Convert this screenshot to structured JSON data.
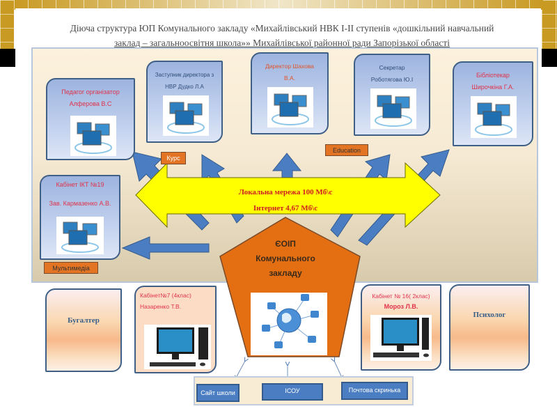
{
  "title": {
    "line1": "Діюча структура ЮП Комунального закладу  «Михайлівський НВК I-II ступенів «дошкільний навчальний",
    "line2": "заклад – загальноосвітня школа»» Михайлівської районної ради Запорізької області"
  },
  "top_cards": [
    {
      "line1": "Педагог організатор",
      "line2": "Алферова В.С",
      "icon": "networked-computers-icon"
    },
    {
      "line1": "Заступник директора з",
      "line2": "НВР Дудко Л.А",
      "icon": "networked-computers-icon"
    },
    {
      "line1": "Директор Шахова",
      "line2": "В.А.",
      "icon": "networked-computers-icon"
    },
    {
      "line1": "Секретар",
      "line2": "Роботягова Ю.І",
      "icon": "networked-computers-icon"
    },
    {
      "line1": "Бібліотекар",
      "line2": "Широчкіна Г.А.",
      "icon": "networked-computers-icon"
    },
    {
      "line1": "Кабінет ІКТ №19",
      "line2": "Зав. Кармазенко А.В.",
      "icon": "networked-computers-icon"
    }
  ],
  "tags": {
    "kurs": "Курс",
    "education": "Education",
    "multimedia": "Мультимедіа"
  },
  "network_arrow": {
    "line1": "Локальна мережа 100 Мб\\с",
    "line2": "Інтернет 4,67 Мб\\с"
  },
  "center_hub": {
    "line1": "ЄОІП",
    "line2": "Комунального",
    "line3": "закладу",
    "icon": "globe-network-icon"
  },
  "bottom_cards": [
    {
      "label": "Бугалтер"
    },
    {
      "line1": "Кабінет№7 (4клас)",
      "line2": "Назаренко Т.В.",
      "icon": "desktop-computer-icon"
    },
    {
      "line1": "Кабінет № 16( 2клас)",
      "line2": "Мороз Л.В.",
      "icon": "desktop-computer-icon"
    },
    {
      "label": "Психолог"
    }
  ],
  "services": [
    {
      "label": "Сайт школи"
    },
    {
      "label": "ІСОУ"
    },
    {
      "label": "Почтова скринька"
    }
  ],
  "colors": {
    "accent_orange": "#e27424",
    "arrow_blue": "#4a7dc2",
    "arrow_yellow": "#ffff00",
    "label_red": "#e0324a",
    "dark_blue_text": "#2f4d78"
  }
}
